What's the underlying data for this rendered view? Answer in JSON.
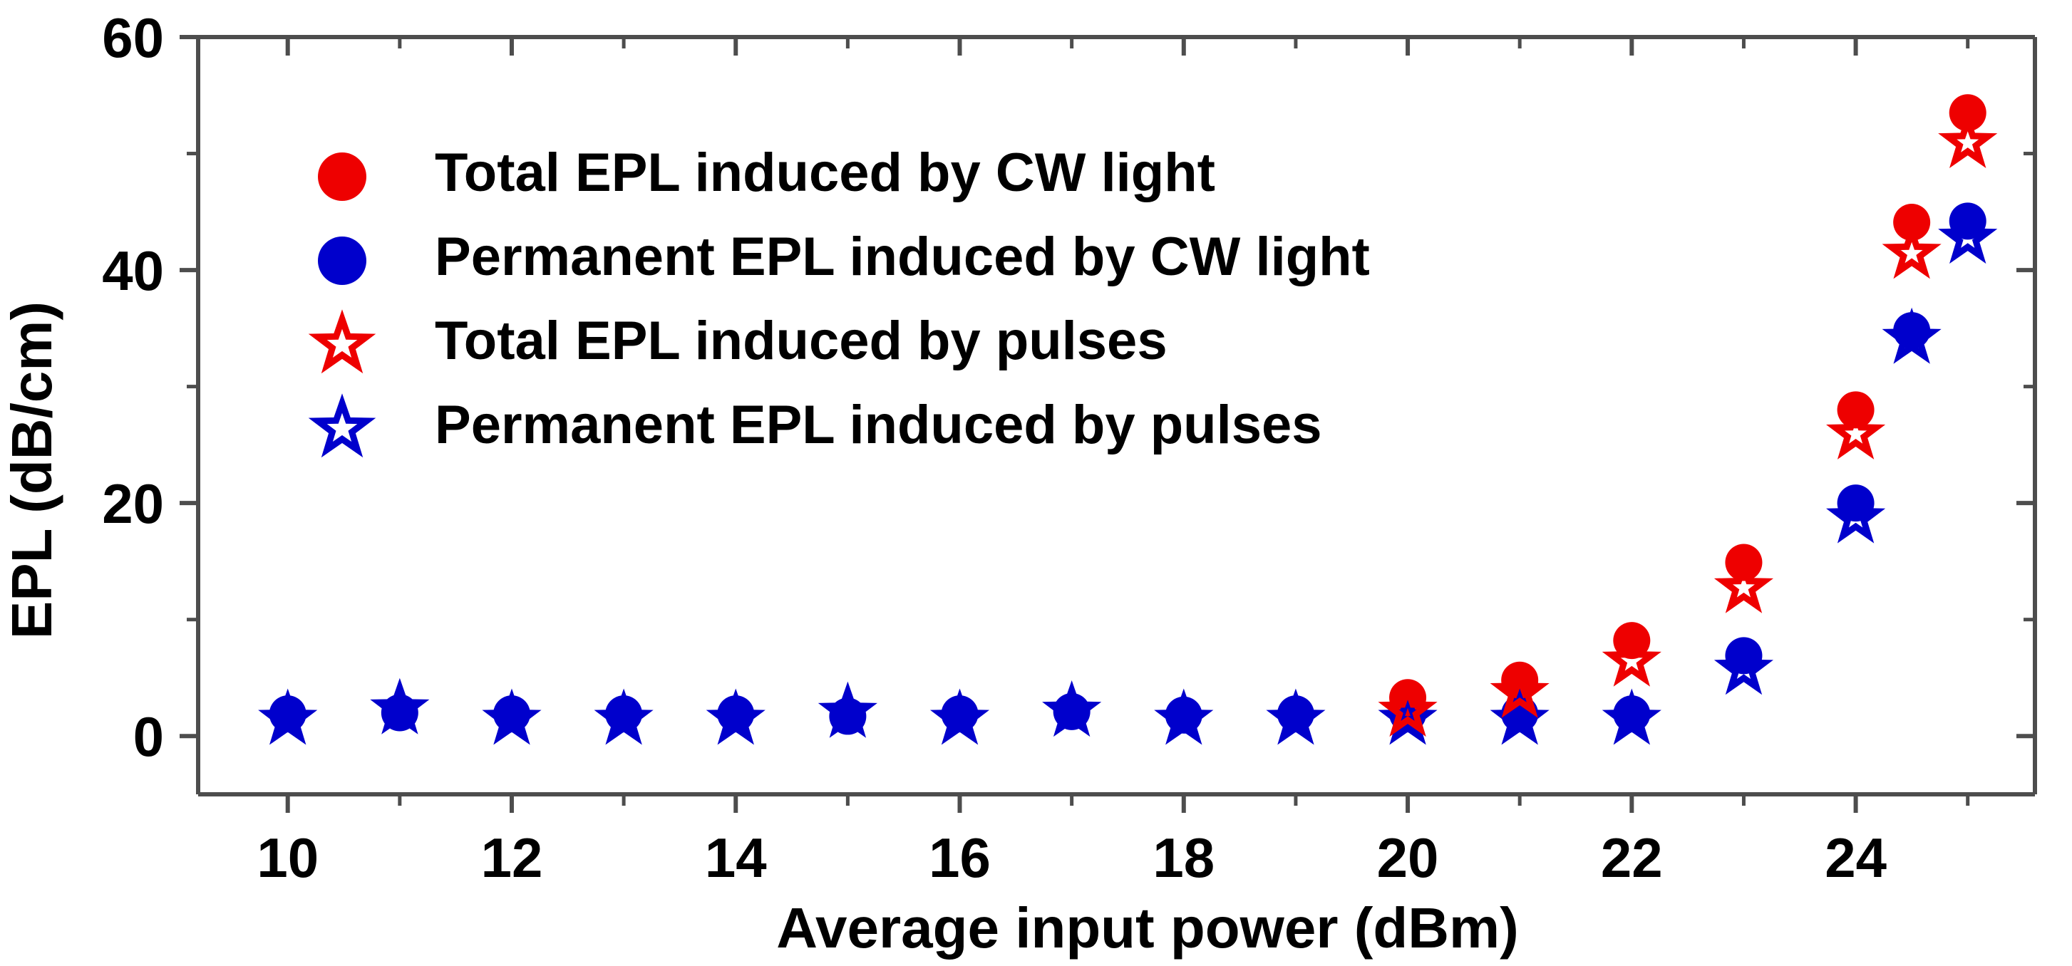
{
  "chart_data": {
    "type": "scatter",
    "title": "",
    "xlabel": "Average input power (dBm)",
    "ylabel": "EPL (dB/cm)",
    "xlim": [
      9.2,
      25.6
    ],
    "ylim": [
      -5,
      60
    ],
    "xticks": [
      10,
      12,
      14,
      16,
      18,
      20,
      22,
      24
    ],
    "xticklabels": [
      "10",
      "12",
      "14",
      "16",
      "18",
      "20",
      "22",
      "24"
    ],
    "xminorticks": [
      11,
      13,
      15,
      17,
      19,
      21,
      23,
      25
    ],
    "yticks": [
      0,
      20,
      40,
      60
    ],
    "yticklabels": [
      "0",
      "20",
      "40",
      "60"
    ],
    "yminorticks": [
      10,
      30,
      50
    ],
    "grid": false,
    "legend_position": "upper-left",
    "colors": {
      "red": "#ee0000",
      "blue": "#0000cc",
      "axis": "#4d4d4d",
      "background": "#ffffff"
    },
    "series": [
      {
        "name": "Total EPL induced by CW light",
        "marker": "filled-circle",
        "color": "#ee0000",
        "x": [
          20.0,
          21.0,
          22.0,
          23.0,
          24.0,
          24.5,
          25.0
        ],
        "y": [
          3.3,
          4.8,
          8.2,
          14.9,
          28.0,
          44.1,
          53.5
        ]
      },
      {
        "name": "Permanent EPL induced by CW light",
        "marker": "filled-circle",
        "color": "#0000cc",
        "x": [
          10.0,
          11.0,
          12.0,
          13.0,
          14.0,
          15.0,
          16.0,
          17.0,
          18.0,
          19.0,
          20.0,
          21.0,
          22.0,
          23.0,
          24.0,
          24.5,
          25.0
        ],
        "y": [
          1.9,
          2.0,
          1.9,
          1.9,
          1.9,
          1.7,
          1.9,
          2.1,
          1.8,
          1.9,
          1.9,
          1.9,
          1.9,
          6.9,
          20.0,
          34.8,
          44.2
        ]
      },
      {
        "name": "Total EPL induced by pulses",
        "marker": "open-star",
        "color": "#ee0000",
        "x": [
          20.0,
          21.0,
          22.0,
          23.0,
          24.0,
          24.5,
          25.0
        ],
        "y": [
          2.6,
          4.2,
          6.9,
          13.2,
          26.4,
          41.9,
          51.4
        ]
      },
      {
        "name": "Permanent EPL induced by pulses",
        "marker": "open-star",
        "color": "#0000cc",
        "x": [
          10.0,
          11.0,
          12.0,
          13.0,
          14.0,
          15.0,
          16.0,
          17.0,
          18.0,
          19.0,
          20.0,
          21.0,
          22.0,
          23.0,
          24.0,
          24.5,
          25.0
        ],
        "y": [
          1.9,
          2.8,
          1.9,
          1.9,
          1.9,
          2.5,
          1.9,
          2.6,
          1.9,
          1.9,
          1.9,
          1.9,
          1.9,
          6.2,
          19.2,
          34.6,
          43.2
        ]
      }
    ],
    "legend": [
      {
        "label": "Total EPL induced by CW light",
        "marker": "filled-circle",
        "color": "#ee0000"
      },
      {
        "label": "Permanent EPL induced by CW light",
        "marker": "filled-circle",
        "color": "#0000cc"
      },
      {
        "label": "Total EPL induced by pulses",
        "marker": "open-star",
        "color": "#ee0000"
      },
      {
        "label": "Permanent EPL induced by pulses",
        "marker": "open-star",
        "color": "#0000cc"
      }
    ]
  }
}
